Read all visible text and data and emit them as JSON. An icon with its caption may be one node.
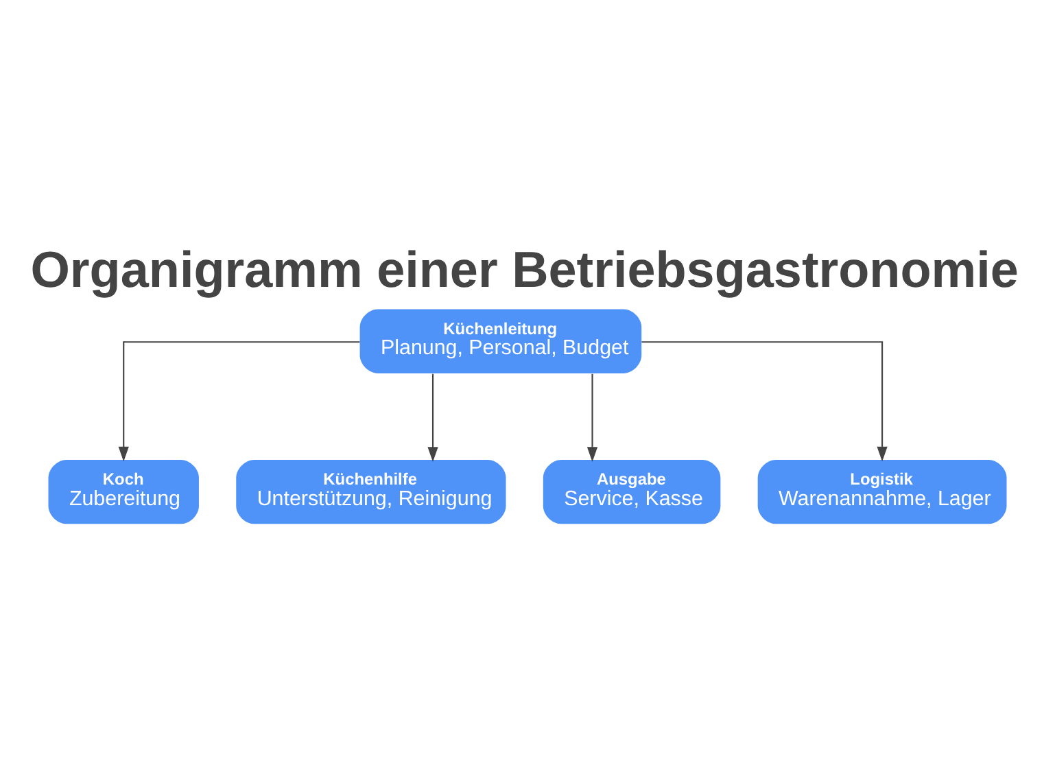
{
  "diagram": {
    "title": "Organigramm einer Betriebsgastronomie",
    "nodes": [
      {
        "text": [
          "Küchenleitung",
          "Planung, Personal, Budget"
        ]
      },
      {
        "text": [
          "Koch",
          "Zubereitung"
        ]
      },
      {
        "text": [
          "Küchenhilfe",
          "Unterstützung, Reinigung"
        ]
      },
      {
        "text": [
          "Ausgabe",
          "Service, Kasse"
        ]
      },
      {
        "text": [
          "Logistik",
          "Warenannahme, Lager"
        ]
      }
    ],
    "edges": [
      {
        "from": 0,
        "to": 1,
        "arrow": "to"
      },
      {
        "from": 0,
        "to": 2,
        "arrow": "to"
      },
      {
        "from": 0,
        "to": 3,
        "arrow": "to"
      },
      {
        "from": 0,
        "to": 4,
        "arrow": "to"
      }
    ]
  }
}
